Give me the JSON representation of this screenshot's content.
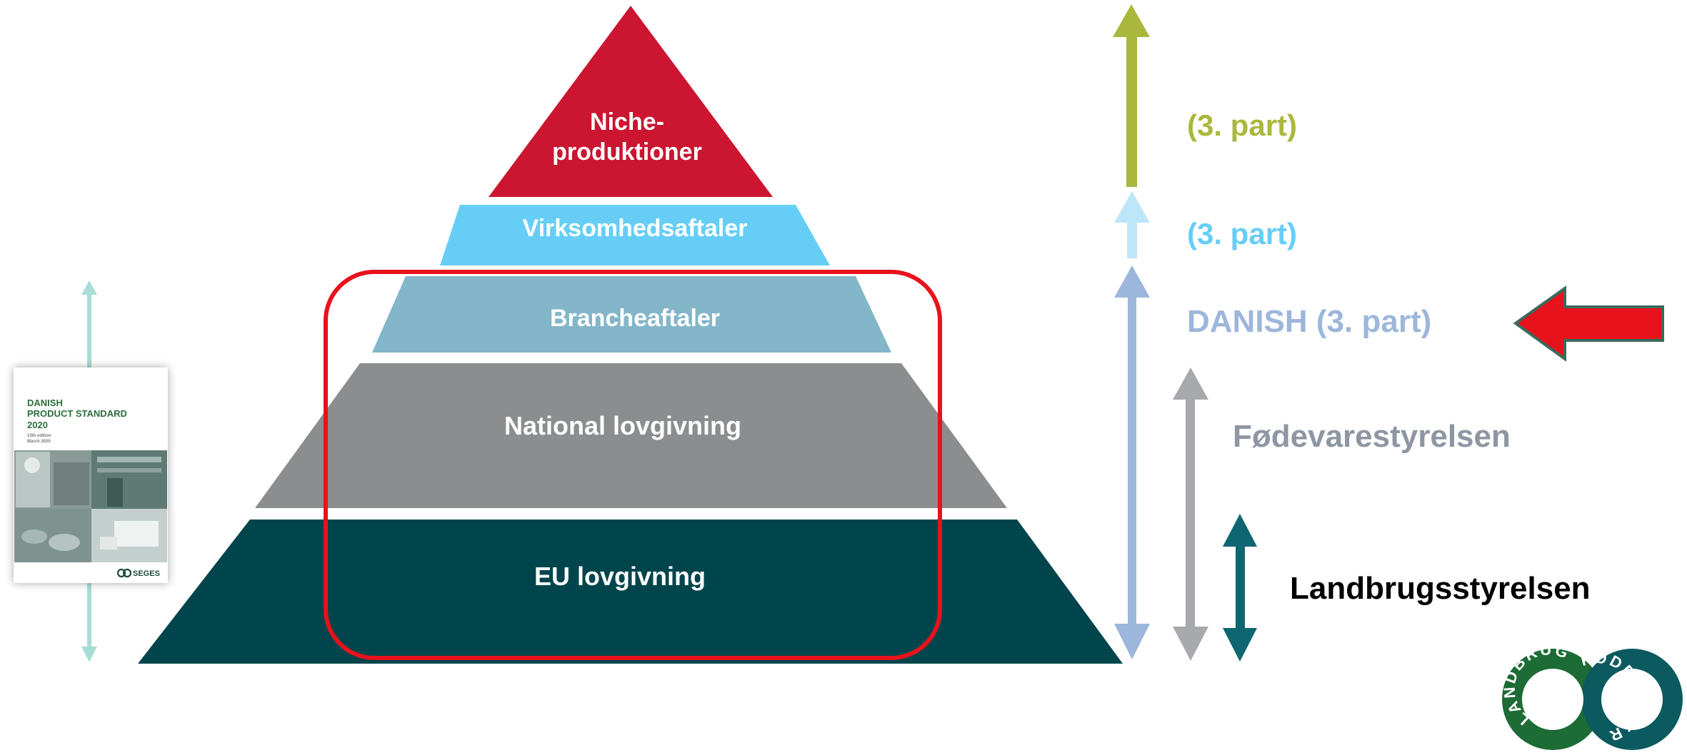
{
  "pyramid": {
    "levels": [
      {
        "id": "niche",
        "lines": [
          "Niche-",
          "produktioner"
        ],
        "color": "#cc1530"
      },
      {
        "id": "virksomhed",
        "lines": [
          "Virksomhedsaftaler"
        ],
        "color": "#66cef6"
      },
      {
        "id": "branche",
        "lines": [
          "Brancheaftaler"
        ],
        "color": "#82b6c8"
      },
      {
        "id": "national",
        "lines": [
          "National lovgivning"
        ],
        "color": "#8b8d8f"
      },
      {
        "id": "eu",
        "lines": [
          "EU lovgivning"
        ],
        "color": "#00454c"
      }
    ],
    "label_color": "#ffffff",
    "highlight_color": "#e8121c"
  },
  "authorities": {
    "niche": {
      "text": "(3. part)",
      "color": "#a9b83c"
    },
    "virksomhed": {
      "text": "(3. part)",
      "color": "#66cef6"
    },
    "danish": {
      "text": "DANISH (3. part)",
      "color": "#9db6db"
    },
    "foedevare": {
      "text": "Fødevarestyrelsen",
      "color": "#8e96a3"
    },
    "landbrug": {
      "text": "Landbrugsstyrelsen",
      "color": "#000000"
    }
  },
  "arrow_colors": {
    "niche": "#a9b83c",
    "virksomhed": "#bde7f8",
    "danish": "#9db6db",
    "foedevare": "#a7a9ac",
    "landbrug": "#0e6670",
    "pointer": "#e8121c",
    "pointer_outline": "#3a6a5a",
    "booklet_axis": "#a8ddd6"
  },
  "booklet": {
    "line1": "DANISH",
    "line2": "PRODUCT STANDARD",
    "line3": "2020",
    "meta1": "13th edition",
    "meta2": "March 2020",
    "brand": "SEGES",
    "accent": "#2d6e3c"
  },
  "logo": {
    "left_word": "LANDBRUG",
    "right_word": "FØDEVARER",
    "left_color": "#1d6b35",
    "right_color": "#0b5a5f"
  }
}
